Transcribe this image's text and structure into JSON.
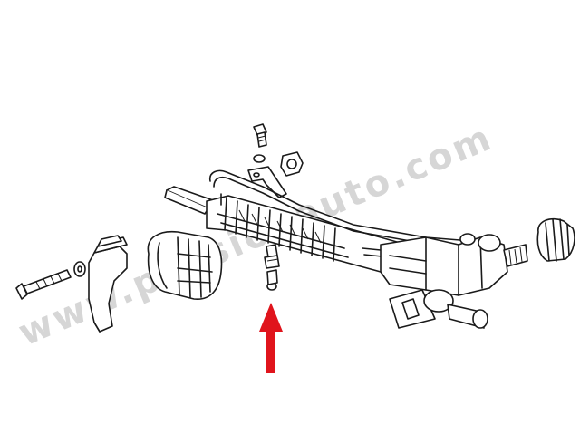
{
  "watermark": {
    "text": "www.passionauto.com",
    "color": "#d6d6d6"
  },
  "diagram": {
    "subject": "steering rack assembly exploded view",
    "highlighted_part": "small bleed screw / fitting under rack",
    "arrow_color": "#e0141c",
    "line_color": "#1a1a1a"
  }
}
